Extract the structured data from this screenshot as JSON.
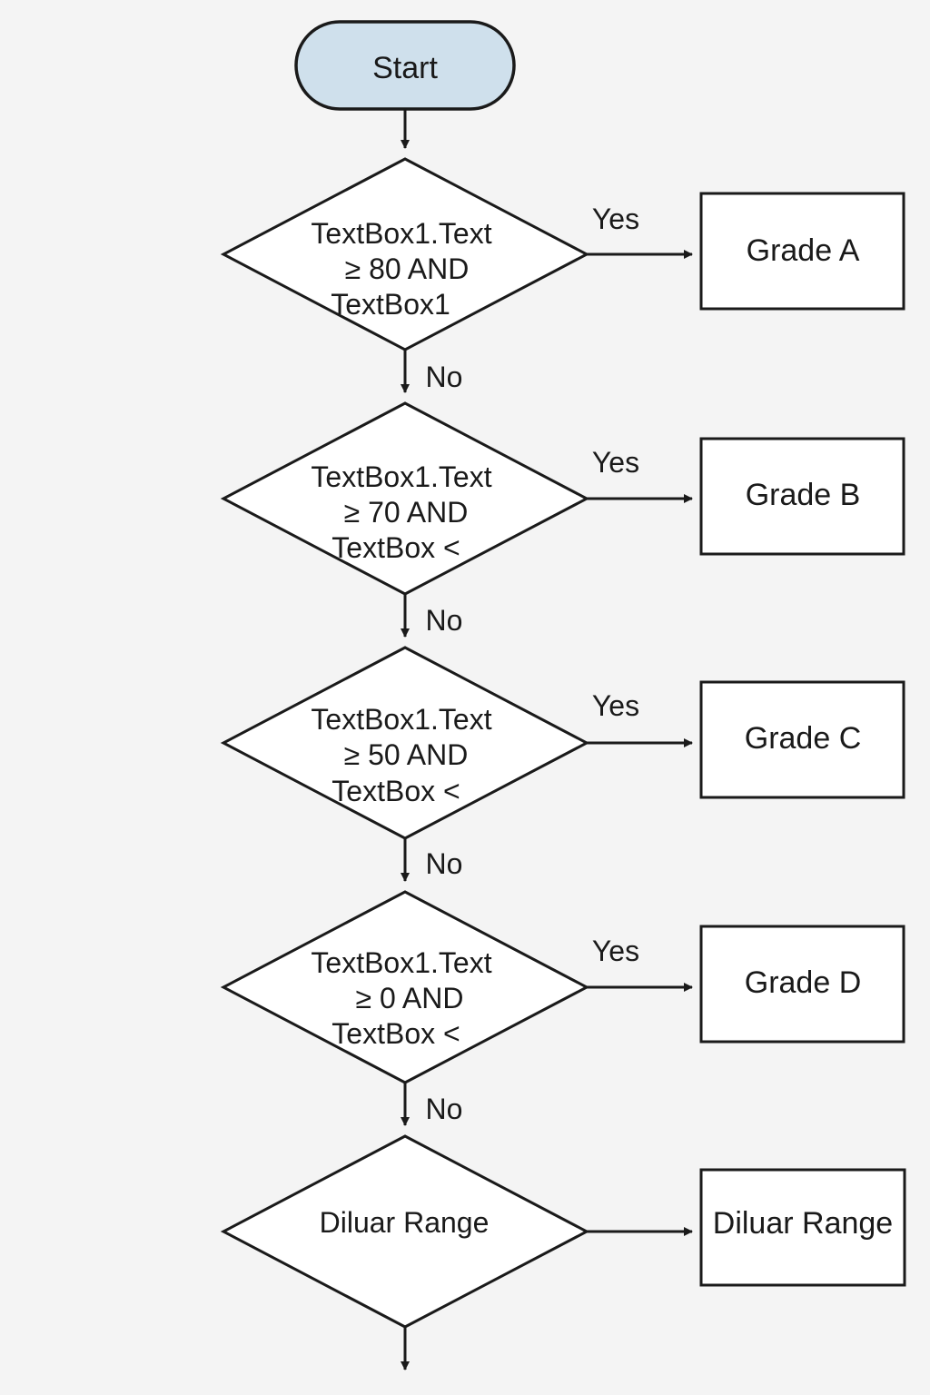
{
  "start": {
    "label": "Start"
  },
  "decisions": [
    {
      "lines": [
        "TextBox1.Text",
        "≥ 80 AND",
        "TextBox1"
      ]
    },
    {
      "lines": [
        "TextBox1.Text",
        "≥ 70 AND",
        "TextBox <"
      ]
    },
    {
      "lines": [
        "TextBox1.Text",
        "≥ 50 AND",
        "TextBox <"
      ]
    },
    {
      "lines": [
        "TextBox1.Text",
        "≥ 0 AND",
        "TextBox <"
      ]
    },
    {
      "lines": [
        "Diluar Range"
      ]
    }
  ],
  "outcomes": [
    {
      "label": "Grade A"
    },
    {
      "label": "Grade B"
    },
    {
      "label": "Grade C"
    },
    {
      "label": "Grade D"
    },
    {
      "label": "Diluar Range"
    }
  ],
  "edge_labels": {
    "yes": "Yes",
    "no": "No"
  }
}
